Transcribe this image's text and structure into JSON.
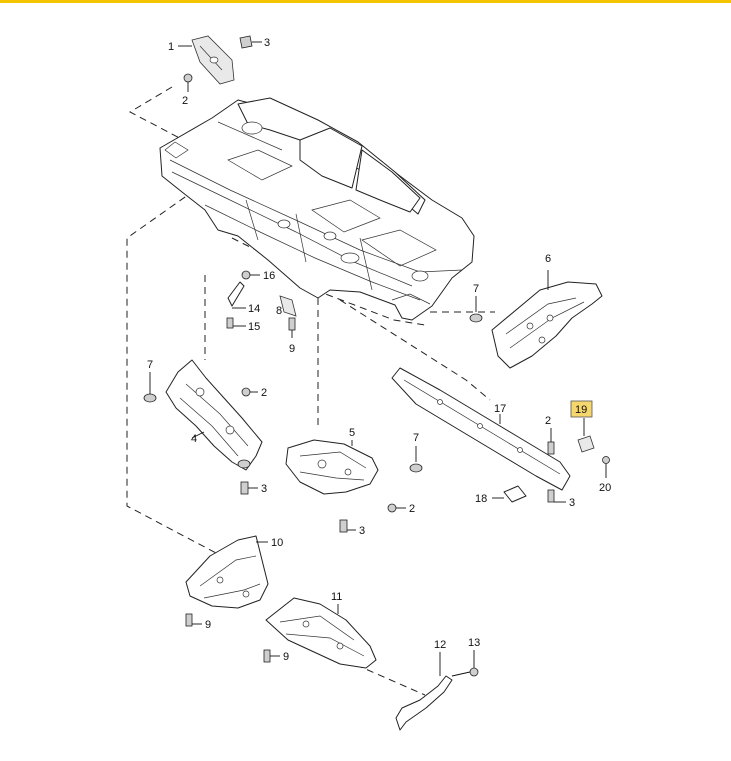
{
  "colors": {
    "top_bar": "#f5c400",
    "highlight_box": "#f5d76e",
    "line": "#222222"
  },
  "callouts": {
    "c1": "1",
    "c2a": "2",
    "c3a": "3",
    "c16": "16",
    "c14": "14",
    "c15": "15",
    "c8": "8",
    "c9a": "9",
    "c6": "6",
    "c7a": "7",
    "c7b": "7",
    "c2b": "2",
    "c4": "4",
    "c3b": "3",
    "c5": "5",
    "c7c": "7",
    "c2c": "2",
    "c3c": "3",
    "c17": "17",
    "c19": "19",
    "c2d": "2",
    "c18": "18",
    "c3d": "3",
    "c20": "20",
    "c10": "10",
    "c9b": "9",
    "c11": "11",
    "c9c": "9",
    "c12": "12",
    "c13": "13"
  }
}
